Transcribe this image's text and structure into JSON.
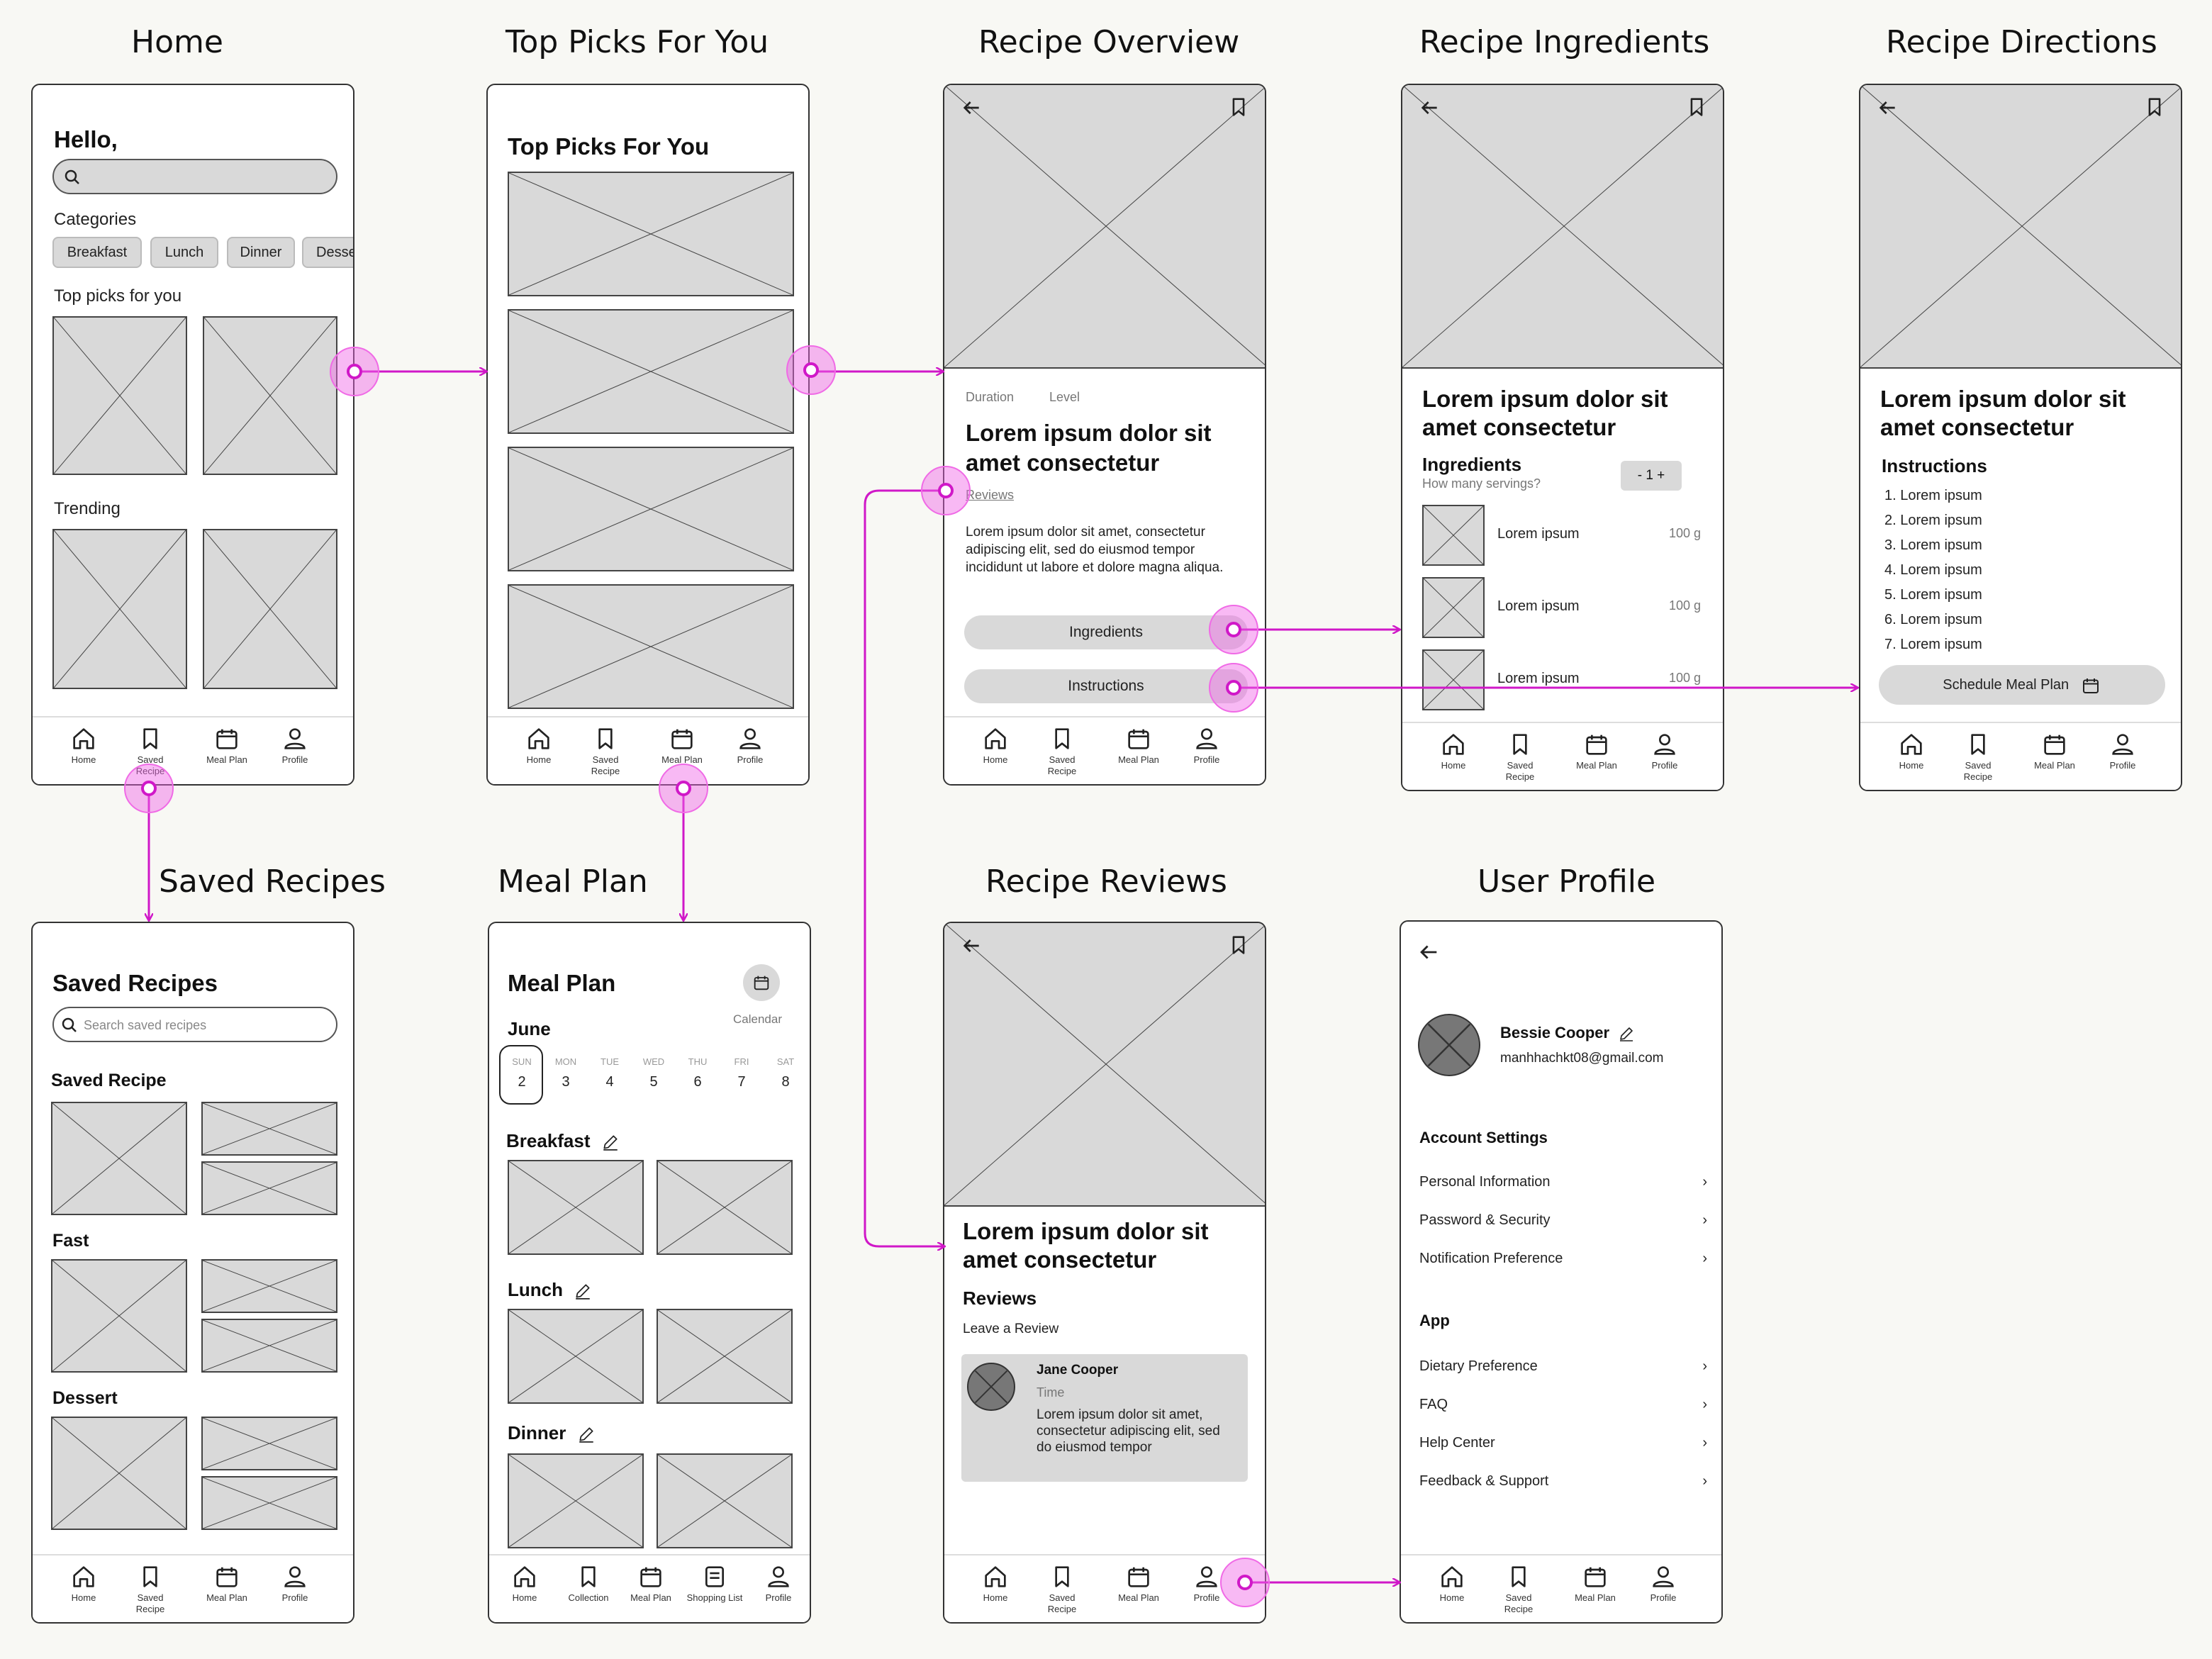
{
  "titles": {
    "home": "Home",
    "top_picks": "Top Picks For You",
    "overview": "Recipe Overview",
    "ingredients": "Recipe Ingredients",
    "directions": "Recipe Directions",
    "saved": "Saved Recipes",
    "meal_plan": "Meal Plan",
    "reviews": "Recipe Reviews",
    "profile": "User Profile"
  },
  "nav": {
    "home": "Home",
    "saved": "Saved\nRecipe",
    "meal_plan": "Meal Plan",
    "profile": "Profile",
    "collection": "Collection",
    "shopping": "Shopping List"
  },
  "home": {
    "greeting": "Hello,",
    "categories_label": "Categories",
    "categories": [
      "Breakfast",
      "Lunch",
      "Dinner",
      "Desse"
    ],
    "top_picks_label": "Top picks for you",
    "trending_label": "Trending"
  },
  "top_picks": {
    "heading": "Top Picks For You"
  },
  "recipe": {
    "duration": "Duration",
    "level": "Level",
    "title_line1": "Lorem ipsum dolor sit",
    "title_line2": "amet consectetur",
    "reviews_link": "Reviews",
    "description": "Lorem ipsum dolor sit amet, consectetur adipiscing elit, sed do eiusmod tempor incididunt ut labore et dolore magna aliqua.",
    "ingredients_btn": "Ingredients",
    "instructions_btn": "Instructions"
  },
  "ingredients": {
    "heading": "Ingredients",
    "servings_q": "How many servings?",
    "stepper": "- 1 +",
    "items": [
      {
        "name": "Lorem ipsum",
        "qty": "100 g"
      },
      {
        "name": "Lorem ipsum",
        "qty": "100 g"
      },
      {
        "name": "Lorem ipsum",
        "qty": "100 g"
      }
    ]
  },
  "directions": {
    "heading": "Instructions",
    "steps": [
      "1. Lorem ipsum",
      "2. Lorem ipsum",
      "3. Lorem ipsum",
      "4. Lorem ipsum",
      "5. Lorem ipsum",
      "6. Lorem ipsum",
      "7. Lorem ipsum"
    ],
    "schedule_btn": "Schedule Meal Plan"
  },
  "saved": {
    "heading": "Saved Recipes",
    "search_placeholder": "Search saved recipes",
    "sections": [
      "Saved Recipe",
      "Fast",
      "Dessert"
    ]
  },
  "meal_plan": {
    "heading": "Meal Plan",
    "calendar_label": "Calendar",
    "month": "June",
    "days": [
      {
        "name": "SUN",
        "num": "2"
      },
      {
        "name": "MON",
        "num": "3"
      },
      {
        "name": "TUE",
        "num": "4"
      },
      {
        "name": "WED",
        "num": "5"
      },
      {
        "name": "THU",
        "num": "6"
      },
      {
        "name": "FRI",
        "num": "7"
      },
      {
        "name": "SAT",
        "num": "8"
      }
    ],
    "meals": [
      "Breakfast",
      "Lunch",
      "Dinner"
    ]
  },
  "reviews": {
    "heading": "Reviews",
    "leave": "Leave a Review",
    "reviewer": "Jane Cooper",
    "time": "Time",
    "text": "Lorem ipsum dolor sit amet, consectetur adipiscing elit, sed do eiusmod tempor"
  },
  "profile": {
    "name": "Bessie Cooper",
    "email": "manhhachkt08@gmail.com",
    "account_heading": "Account Settings",
    "account_items": [
      "Personal Information",
      "Password & Security",
      "Notification Preference"
    ],
    "app_heading": "App",
    "app_items": [
      "Dietary Preference",
      "FAQ",
      "Help Center",
      "Feedback & Support"
    ]
  },
  "colors": {
    "connector": "#d018c8",
    "placeholder": "#d9d9d9",
    "background": "#f8f8f4"
  }
}
